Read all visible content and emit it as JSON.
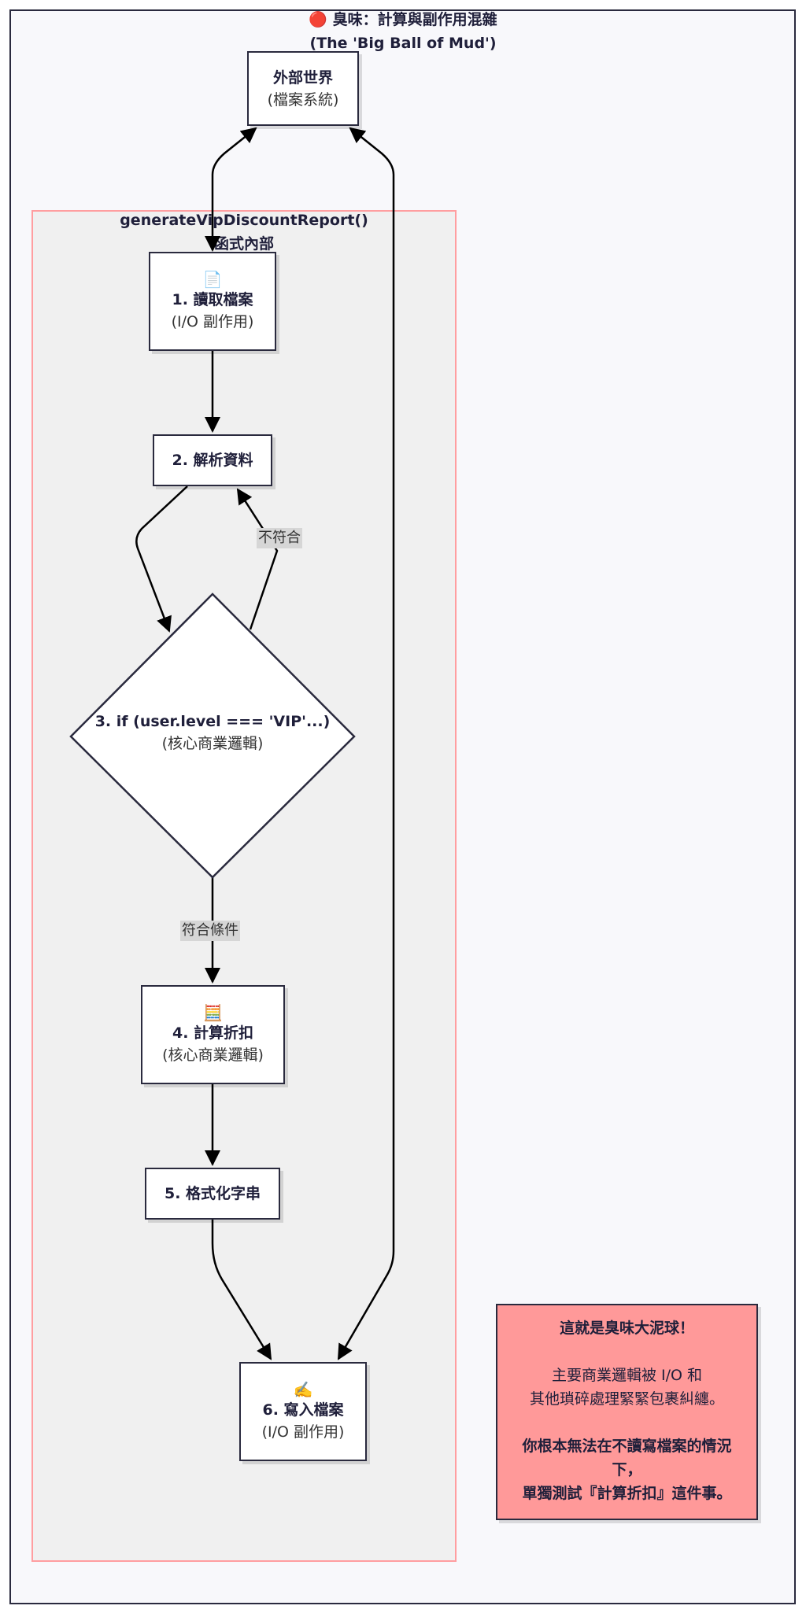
{
  "outer_title": [
    "🔴 臭味：計算與副作用混雜",
    "(The 'Big Ball of Mud')"
  ],
  "inner_title": [
    "generateVipDiscountReport()",
    "函式內部"
  ],
  "nodes": {
    "world": {
      "title": "外部世界",
      "sub": "(檔案系統)"
    },
    "read": {
      "emoji": "📄",
      "title": "1. 讀取檔案",
      "sub": "(I/O 副作用)"
    },
    "parse": {
      "title": "2. 解析資料"
    },
    "check": {
      "title": "3. if (user.level === 'VIP'...)",
      "sub": "(核心商業邏輯)"
    },
    "calc": {
      "emoji": "🧮",
      "title": "4. 計算折扣",
      "sub": "(核心商業邏輯)"
    },
    "format": {
      "title": "5. 格式化字串"
    },
    "write": {
      "emoji": "✍️",
      "title": "6. 寫入檔案",
      "sub": "(I/O 副作用)"
    }
  },
  "edge_labels": {
    "no_match": "不符合",
    "match": "符合條件"
  },
  "note": {
    "heading": "這就是臭味大泥球！",
    "body": [
      "主要商業邏輯被 I/O 和",
      "其他瑣碎處理緊緊包裹糾纏。"
    ],
    "emphasis": [
      "你根本無法在不讀寫檔案的情況",
      "下，",
      "單獨測試『計算折扣』這件事。"
    ]
  },
  "colors": {
    "outer_bg": "#f8f8fb",
    "inner_bg": "#f0f0f0",
    "inner_border": "#ff9ea0",
    "note_bg": "#ff9999",
    "stroke": "#2a2a3e"
  }
}
